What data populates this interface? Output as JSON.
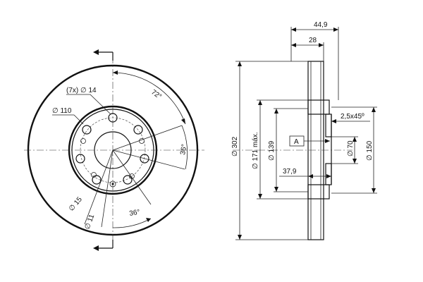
{
  "front_view": {
    "holes_label": "(7x) ∅ 14",
    "bolt_circle_label": "∅ 110",
    "angle_top_label": "72°",
    "angle_right_label": "36°",
    "angle_bottom_label": "36°",
    "small_hole_label": "∅ 15",
    "pilot_label": "∅ 11"
  },
  "side_view": {
    "total_width_label": "44,9",
    "hub_width_label": "28",
    "chamfer_label": "2,5x45º",
    "datum_label": "A",
    "outer_diameter_label": "∅ 302",
    "max_diameter_label": "∅ 171 máx.",
    "hat_diameter_label": "∅ 139",
    "center_bore_label": "∅ 70",
    "hub_diameter_label": "∅ 150",
    "offset_label": "37,9"
  }
}
